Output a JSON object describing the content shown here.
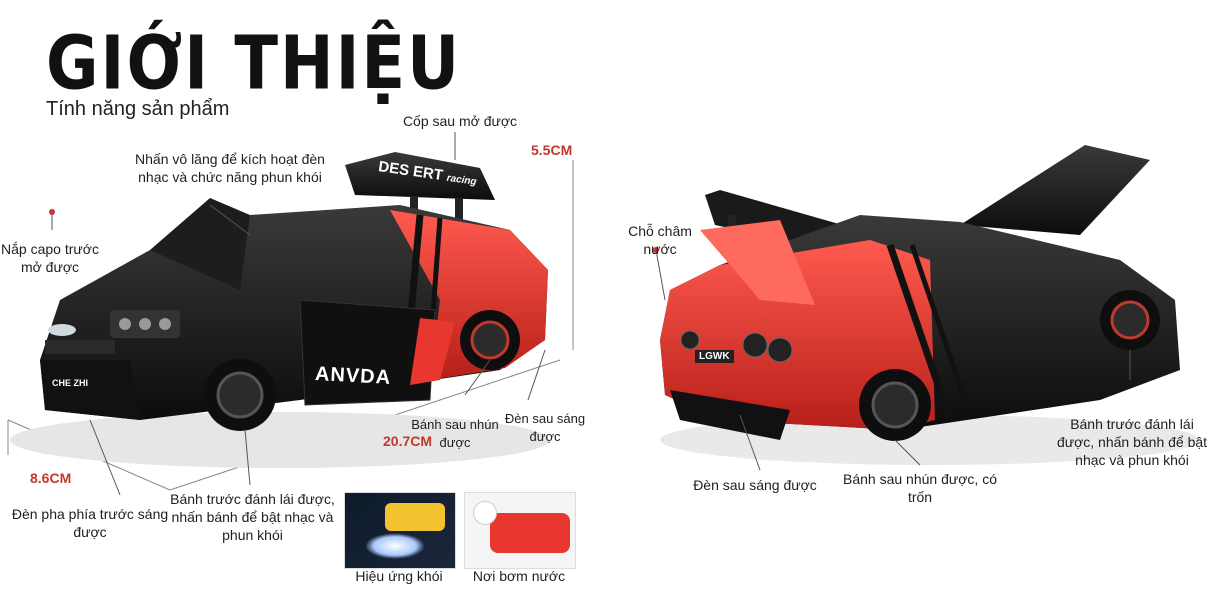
{
  "header": {
    "title": "GIỚI THIỆU",
    "subtitle": "Tính năng sản phẩm"
  },
  "dimensions": {
    "height": "5.5CM",
    "length": "20.7CM",
    "width": "8.6CM"
  },
  "left_car": {
    "texts": {
      "wing": "DES ERT",
      "wing_sub": "racing",
      "door": "ANVDA",
      "plate": "CHE ZHI"
    },
    "labels": {
      "trunk": "Cốp sau mở được",
      "steering": "Nhấn vô lăng để kích hoạt đèn nhạc và chức năng phun khói",
      "hood": "Nắp capo trước mở được",
      "rear_wheel": "Bánh sau nhún được",
      "tail_light": "Đèn sau sáng được",
      "head_light": "Đèn pha phía trước sáng được",
      "front_wheel": "Bánh trước đánh lái được, nhấn bánh để bật nhạc và phun khói"
    }
  },
  "thumbnails": {
    "smoke": "Hiệu ứng khói",
    "water": "Nơi bơm nước"
  },
  "right_car": {
    "texts": {
      "plate": "LGWK"
    },
    "labels": {
      "water_point": "Chỗ châm nước",
      "tail_light": "Đèn sau sáng được",
      "rear_wheel": "Bánh sau nhún được, có trốn",
      "front_wheel": "Bánh trước đánh lái được, nhấn bánh để bật nhạc và phun khói"
    }
  },
  "colors": {
    "car_red": "#e8372f",
    "car_black": "#151515",
    "dimension_red": "#c0392b"
  }
}
